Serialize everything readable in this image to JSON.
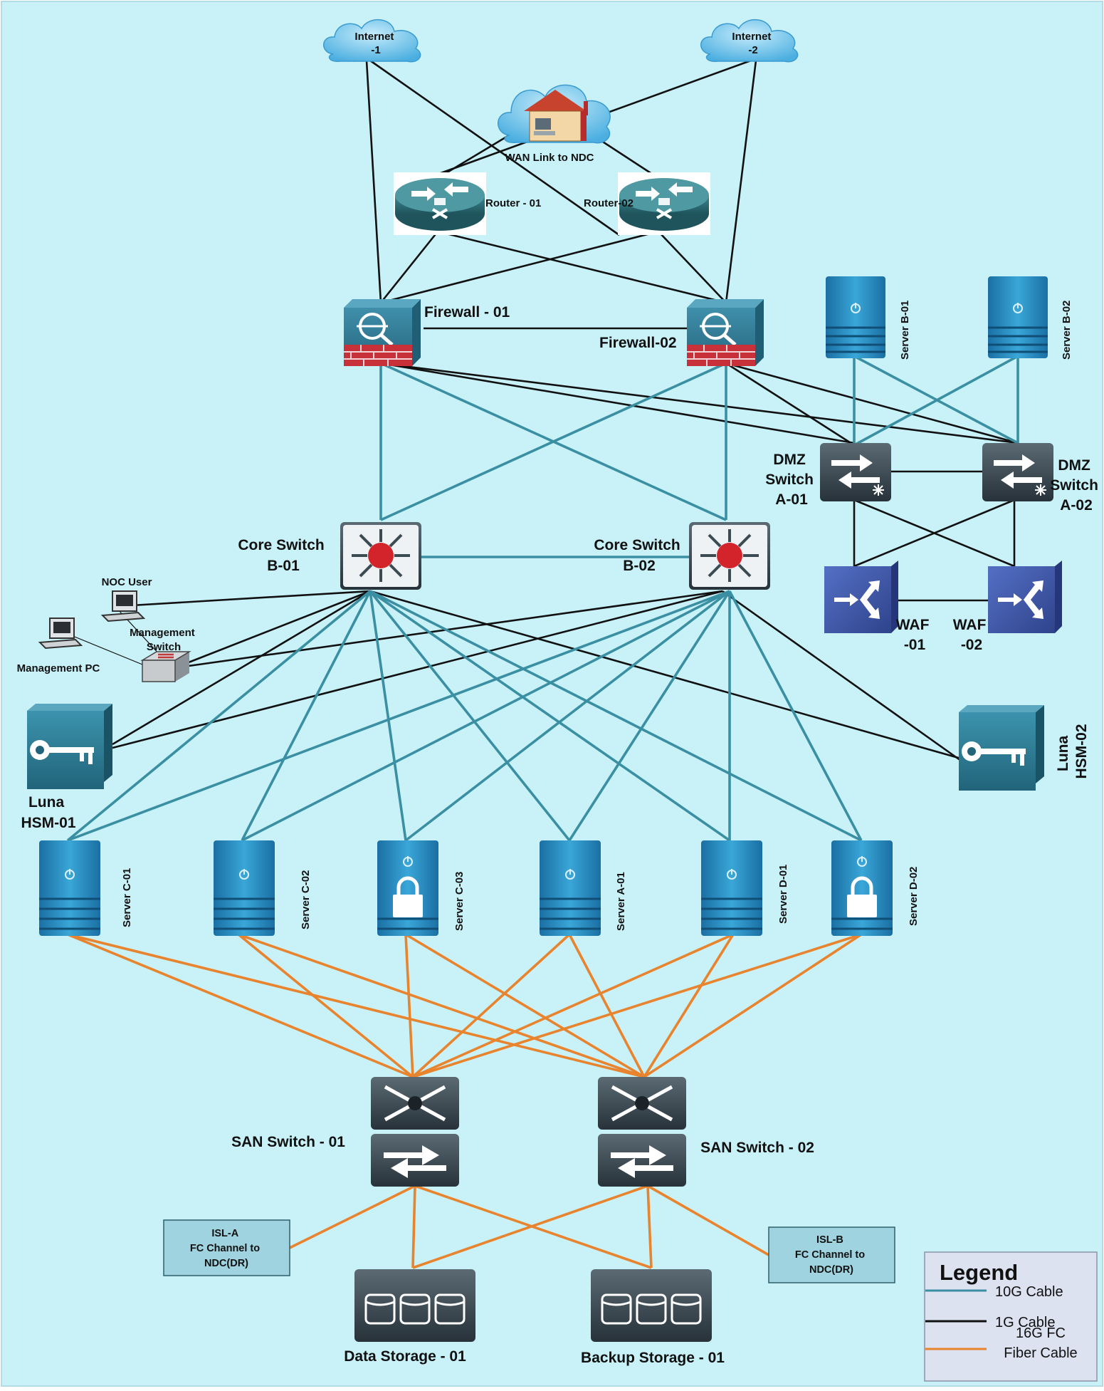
{
  "colors": {
    "background": "#c9f2f8",
    "cable_10g": "#3a8fa3",
    "cable_1g": "#111111",
    "cable_fc": "#e8832e",
    "device_blue": "#2a87b9",
    "router_teal": "#2b6e78",
    "firewall_red": "#c8303a",
    "waf_blue": "#3f58a8",
    "switch_gray": "#3c4a52",
    "box_fill": "#9ed3df"
  },
  "labels": {
    "internet1": [
      "Internet",
      "-1"
    ],
    "internet2": [
      "Internet",
      "-2"
    ],
    "wan": "WAN Link to NDC",
    "router1": "Router - 01",
    "router2": "Router-02",
    "fw1": "Firewall - 01",
    "fw2": "Firewall-02",
    "core1": [
      "Core Switch",
      "B-01"
    ],
    "core2": [
      "Core Switch",
      "B-02"
    ],
    "dmz1": [
      "DMZ",
      "Switch",
      "A-01"
    ],
    "dmz2": [
      "DMZ",
      "Switch",
      "A-02"
    ],
    "waf1": [
      "WAF",
      "-01"
    ],
    "waf2": [
      "WAF",
      "-02"
    ],
    "server_b01": "Server B-01",
    "server_b02": "Server B-02",
    "noc_user": "NOC User",
    "mgmt_switch": [
      "Management",
      "Switch"
    ],
    "mgmt_pc": "Management PC",
    "hsm1": [
      "Luna",
      "HSM-01"
    ],
    "hsm2": [
      "Luna",
      "HSM-02"
    ],
    "server_c01": "Server C-01",
    "server_c02": "Server C-02",
    "server_c03": "Server C-03",
    "server_a01": "Server A-01",
    "server_d01": "Server D-01",
    "server_d02": "Server D-02",
    "san1": "SAN Switch - 01",
    "san2": "SAN Switch - 02",
    "isla": [
      "ISL-A",
      "FC Channel to",
      "NDC(DR)"
    ],
    "islb": [
      "ISL-B",
      "FC Channel to",
      "NDC(DR)"
    ],
    "data_storage": "Data Storage - 01",
    "backup_storage": "Backup Storage - 01"
  },
  "legend": {
    "title": "Legend",
    "items": [
      {
        "label": [
          "10G Cable"
        ],
        "cable": "cable_10g"
      },
      {
        "label": [
          "1G Cable"
        ],
        "cable": "cable_1g"
      },
      {
        "label": [
          "16G FC",
          "Fiber Cable"
        ],
        "cable": "cable_fc"
      }
    ]
  }
}
